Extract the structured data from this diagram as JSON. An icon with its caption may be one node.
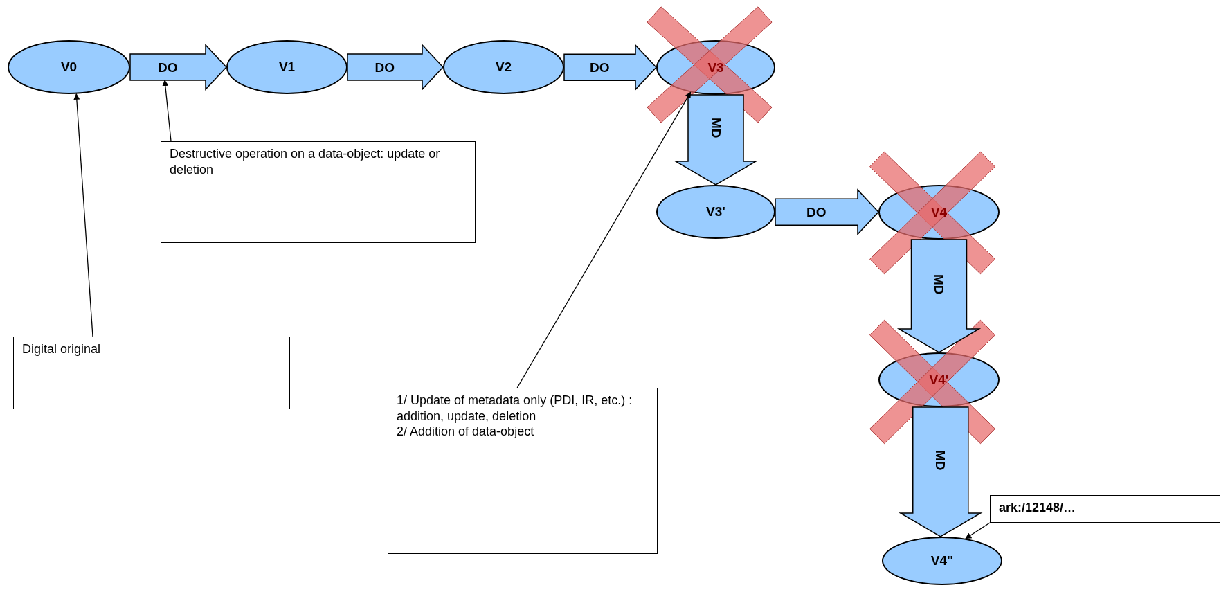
{
  "diagram": {
    "nodes": [
      {
        "text": [
          "V0"
        ]
      },
      {
        "text": [
          "V1"
        ]
      },
      {
        "text": [
          "V2"
        ]
      },
      {
        "text": [
          "V3"
        ]
      },
      {
        "text": [
          "Destructive operation on a data-object: update or deletion"
        ]
      },
      {
        "text": [
          "V3'"
        ]
      },
      {
        "text": [
          "V4"
        ]
      },
      {
        "text": [
          "Digital original"
        ]
      },
      {
        "text": [
          "V4'"
        ]
      },
      {
        "text": [
          "1/ Update of metadata only (PDI, IR, etc.) : addition, update, deletion",
          "2/ Addition of data-object"
        ]
      },
      {
        "text": [
          "ark:/12148/…"
        ]
      },
      {
        "text": [
          "V4''"
        ]
      }
    ],
    "edges": [
      {
        "from": 0,
        "to": 1,
        "arrow": "to",
        "label": "DO"
      },
      {
        "from": 1,
        "to": 2,
        "arrow": "to",
        "label": "DO"
      },
      {
        "from": 2,
        "to": 3,
        "arrow": "to",
        "label": "DO"
      },
      {
        "from": 3,
        "to": 5,
        "arrow": "to",
        "label": "MD"
      },
      {
        "from": 5,
        "to": 6,
        "arrow": "to",
        "label": "DO"
      },
      {
        "from": 6,
        "to": 8,
        "arrow": "to",
        "label": "MD"
      },
      {
        "from": 8,
        "to": 11,
        "arrow": "to",
        "label": "MD"
      },
      {
        "from": 4,
        "to": null,
        "arrow": "to"
      },
      {
        "from": 7,
        "to": 0,
        "arrow": "to"
      },
      {
        "from": 9,
        "to": 3,
        "arrow": "to"
      },
      {
        "from": 10,
        "to": 11,
        "arrow": "to"
      }
    ]
  }
}
